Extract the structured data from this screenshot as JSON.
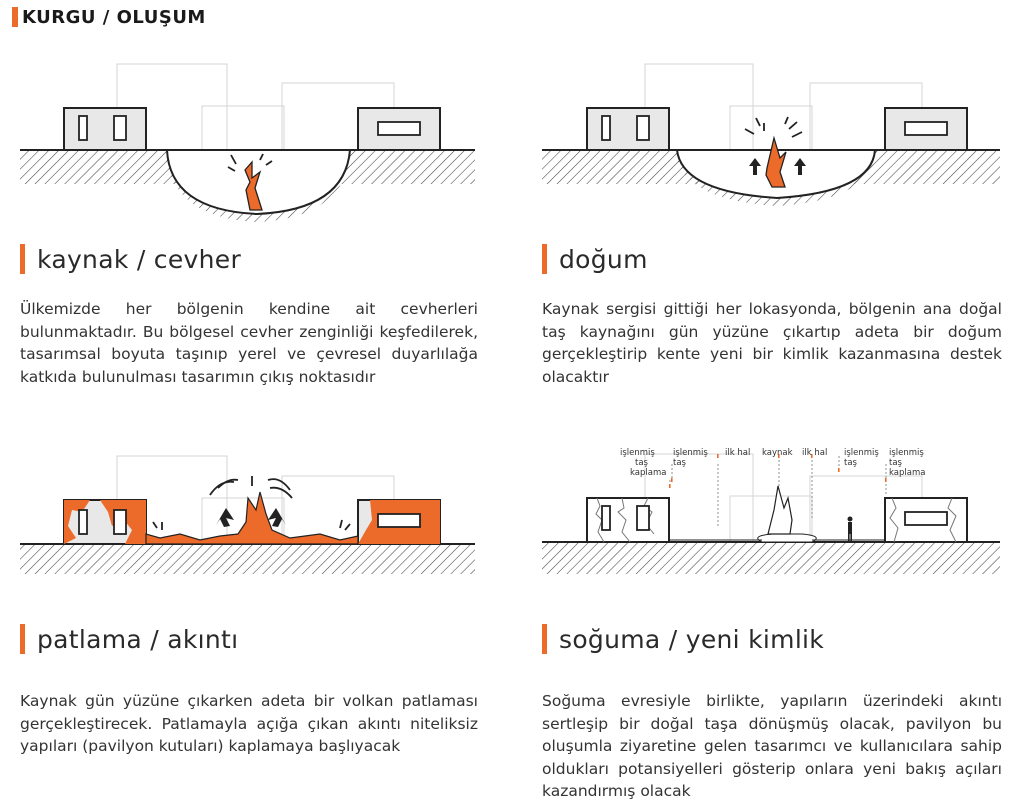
{
  "header": {
    "title": "KURGU / OLUŞUM"
  },
  "stages": [
    {
      "title": "kaynak / cevher",
      "description": "Ülkemizde her bölgenin kendine ait cevherleri bulunmaktadır. Bu bölgesel cevher zenginliği keşfedilerek, tasarımsal boyuta taşınıp yerel ve çevresel duyarlılağa katkıda bulunulması tasarımın çıkış noktasıdır"
    },
    {
      "title": "doğum",
      "description": "Kaynak sergisi gittiği her lokasyonda, bölgenin ana doğal taş kaynağını gün yüzüne çıkartıp adeta bir doğum gerçekleştirip kente yeni bir kimlik kazanmasına destek olacaktır"
    },
    {
      "title": "patlama / akıntı",
      "description": "Kaynak gün yüzüne çıkarken adeta bir volkan patlaması gerçekleştirecek. Patlamayla açığa çıkan akıntı niteliksiz yapıları (pavilyon kutuları) kaplamaya başlıyacak"
    },
    {
      "title": "soğuma / yeni kimlik",
      "description": "Soğuma evresiyle birlikte, yapıların üzerindeki akıntı sertleşip bir doğal taşa dönüşmüş olacak, pavilyon bu oluşumla ziyaretine gelen tasarımcı ve kullanıcılara sahip oldukları potansiyelleri gösterip onlara yeni bakış açıları kazandırmış olacak"
    }
  ],
  "labels4": {
    "l1a": "işlenmiş",
    "l1b": "taş",
    "l1c": "kaplama",
    "l2a": "işlenmiş",
    "l2b": "taş",
    "l3": "ilk hal",
    "l4": "kaynak",
    "l5": "ilk hal",
    "l6a": "işlenmiş",
    "l6b": "taş",
    "l7a": "işlenmiş",
    "l7b": "taş",
    "l7c": "kaplama"
  },
  "colors": {
    "accent": "#ec6a2a",
    "box_fill": "#e8e8e8",
    "outline": "#222222",
    "bg_building": "#d6d6d6"
  }
}
